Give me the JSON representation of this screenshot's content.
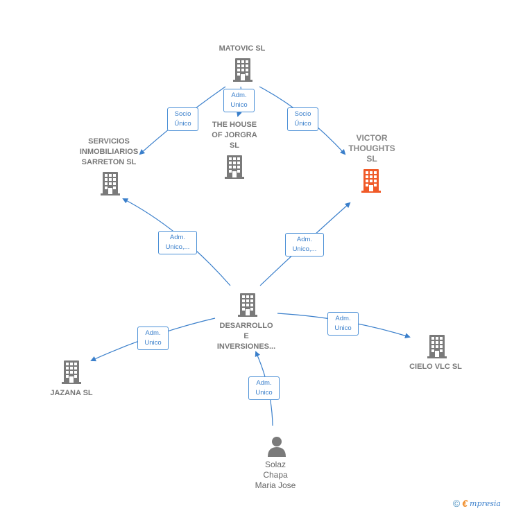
{
  "nodes": {
    "matovic": {
      "label": "MATOVIC  SL",
      "color": "#7a7a7a"
    },
    "house_jorgra": {
      "label": "THE HOUSE\nOF JORGRA\nSL",
      "color": "#7a7a7a"
    },
    "servicios": {
      "label": "SERVICIOS\nINMOBILIARIOS\nSARRETON  SL",
      "color": "#7a7a7a"
    },
    "victor": {
      "label": "VICTOR\nTHOUGHTS\nSL",
      "color": "#f05a28"
    },
    "desarrollo": {
      "label": "DESARROLLO\nE\nINVERSIONES...",
      "color": "#7a7a7a"
    },
    "jazana": {
      "label": "JAZANA SL",
      "color": "#7a7a7a"
    },
    "cielo": {
      "label": "CIELO VLC SL",
      "color": "#7a7a7a"
    },
    "solaz": {
      "label": "Solaz\nChapa\nMaria Jose",
      "color": "#7a7a7a"
    }
  },
  "edges": {
    "matovic_servicios": "Socio\nÚnico",
    "matovic_house": "Adm.\nUnico",
    "matovic_victor": "Socio\nÚnico",
    "desarrollo_servicios": "Adm.\nUnico,...",
    "desarrollo_victor": "Adm.\nUnico,...",
    "desarrollo_jazana": "Adm.\nUnico",
    "desarrollo_cielo": "Adm.\nUnico",
    "solaz_desarrollo": "Adm.\nUnico"
  },
  "footer": {
    "copyright": "©",
    "brand_initial": "€",
    "brand_rest": "mpresia"
  }
}
